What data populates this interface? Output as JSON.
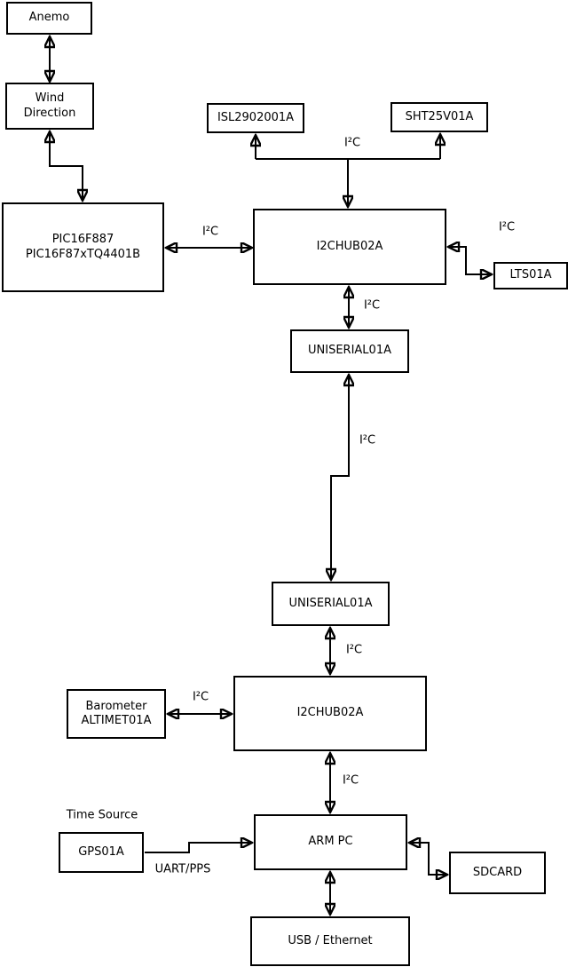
{
  "nodes": {
    "anemo": {
      "lines": [
        "Anemo"
      ]
    },
    "wind_direction": {
      "lines": [
        "Wind",
        "Direction"
      ]
    },
    "pic": {
      "lines": [
        "PIC16F887",
        "PIC16F87xTQ4401B"
      ]
    },
    "isl": {
      "lines": [
        "ISL2902001A"
      ]
    },
    "sht": {
      "lines": [
        "SHT25V01A"
      ]
    },
    "hub1": {
      "lines": [
        "I2CHUB02A"
      ]
    },
    "lts": {
      "lines": [
        "LTS01A"
      ]
    },
    "uniserial_top": {
      "lines": [
        "UNISERIAL01A"
      ]
    },
    "uniserial_bottom": {
      "lines": [
        "UNISERIAL01A"
      ]
    },
    "hub2": {
      "lines": [
        "I2CHUB02A"
      ]
    },
    "barometer": {
      "lines": [
        "Barometer",
        "ALTIMET01A"
      ]
    },
    "gps": {
      "lines": [
        "GPS01A"
      ]
    },
    "arm_pc": {
      "lines": [
        "ARM PC"
      ]
    },
    "sdcard": {
      "lines": [
        "SDCARD"
      ]
    },
    "usb_ethernet": {
      "lines": [
        "USB / Ethernet"
      ]
    }
  },
  "edge_labels": {
    "pic_hub1": "I²C",
    "sensors_hub1": "I²C",
    "hub1_lts": "I²C",
    "hub1_uniserial": "I²C",
    "uniserial_link": "I²C",
    "uniserial_hub2": "I²C",
    "barometer_hub2": "I²C",
    "hub2_armpc": "I²C",
    "gps_armpc": "UART/PPS"
  },
  "annotations": {
    "time_source": "Time Source"
  },
  "edges": [
    {
      "from": "anemo",
      "to": "wind_direction",
      "bidirectional": true,
      "label": ""
    },
    {
      "from": "wind_direction",
      "to": "pic",
      "bidirectional": true,
      "label": ""
    },
    {
      "from": "pic",
      "to": "hub1",
      "bidirectional": true,
      "label": "I²C"
    },
    {
      "from": "hub1",
      "to": "isl",
      "bidirectional": false,
      "label": "I²C"
    },
    {
      "from": "hub1",
      "to": "sht",
      "bidirectional": false,
      "label": "I²C"
    },
    {
      "from": "hub1",
      "to": "lts",
      "bidirectional": true,
      "label": "I²C"
    },
    {
      "from": "hub1",
      "to": "uniserial_top",
      "bidirectional": true,
      "label": "I²C"
    },
    {
      "from": "uniserial_top",
      "to": "uniserial_bottom",
      "bidirectional": true,
      "label": "I²C"
    },
    {
      "from": "uniserial_bottom",
      "to": "hub2",
      "bidirectional": true,
      "label": "I²C"
    },
    {
      "from": "barometer",
      "to": "hub2",
      "bidirectional": true,
      "label": "I²C"
    },
    {
      "from": "hub2",
      "to": "arm_pc",
      "bidirectional": true,
      "label": "I²C"
    },
    {
      "from": "gps",
      "to": "arm_pc",
      "bidirectional": false,
      "label": "UART/PPS"
    },
    {
      "from": "arm_pc",
      "to": "sdcard",
      "bidirectional": true,
      "label": ""
    },
    {
      "from": "arm_pc",
      "to": "usb_ethernet",
      "bidirectional": true,
      "label": ""
    }
  ],
  "colors": {
    "background": "#ffffff",
    "fill": "#ffffff",
    "border": "#000000",
    "line": "#000000",
    "text": "#000000"
  }
}
